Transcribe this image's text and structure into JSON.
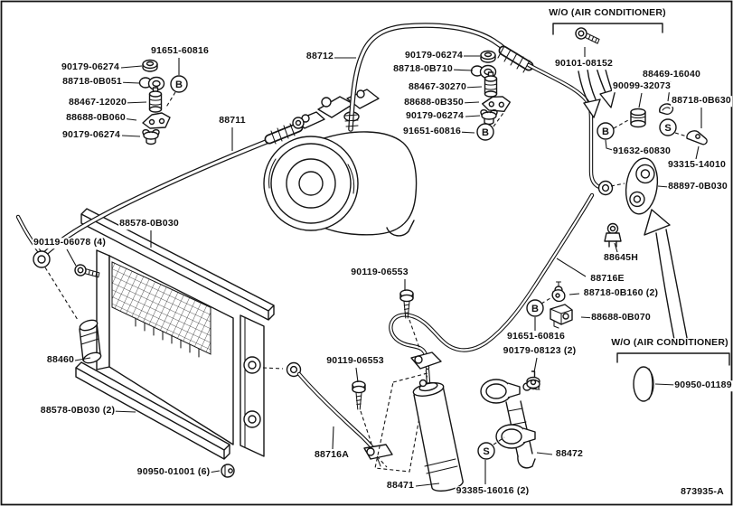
{
  "diagram": {
    "description": "AC piping parts diagram",
    "figure_code": "873935-A",
    "symbols": {
      "b": "B",
      "s": "S"
    },
    "labels": [
      {
        "id": "91651-60816-topleft",
        "text": "91651-60816"
      },
      {
        "id": "90179-06274-tl1",
        "text": "90179-06274"
      },
      {
        "id": "88718-0B051",
        "text": "88718-0B051"
      },
      {
        "id": "88467-12020",
        "text": "88467-12020"
      },
      {
        "id": "88688-0B060",
        "text": "88688-0B060"
      },
      {
        "id": "90179-06274-tl2",
        "text": "90179-06274"
      },
      {
        "id": "88711",
        "text": "88711"
      },
      {
        "id": "88712",
        "text": "88712"
      },
      {
        "id": "90179-06274-mid1",
        "text": "90179-06274"
      },
      {
        "id": "88718-0B710",
        "text": "88718-0B710"
      },
      {
        "id": "88467-30270",
        "text": "88467-30270"
      },
      {
        "id": "88688-0B350",
        "text": "88688-0B350"
      },
      {
        "id": "90179-06274-mid2",
        "text": "90179-06274"
      },
      {
        "id": "91651-60816-mid",
        "text": "91651-60816"
      },
      {
        "id": "wo-air-conditioner-top",
        "text": "W/O (AIR CONDITIONER)"
      },
      {
        "id": "90101-08152",
        "text": "90101-08152"
      },
      {
        "id": "88469-16040",
        "text": "88469-16040"
      },
      {
        "id": "90099-32073",
        "text": "90099-32073"
      },
      {
        "id": "88718-0B630",
        "text": "88718-0B630"
      },
      {
        "id": "91632-60830",
        "text": "91632-60830"
      },
      {
        "id": "93315-14010",
        "text": "93315-14010"
      },
      {
        "id": "88897-0B030",
        "text": "88897-0B030"
      },
      {
        "id": "88645H",
        "text": "88645H"
      },
      {
        "id": "88716E",
        "text": "88716E"
      },
      {
        "id": "88718-0B160",
        "text": "88718-0B160 (2)"
      },
      {
        "id": "88688-0B070",
        "text": "88688-0B070"
      },
      {
        "id": "91651-60816-midright",
        "text": "91651-60816"
      },
      {
        "id": "90179-08123",
        "text": "90179-08123 (2)"
      },
      {
        "id": "wo-air-conditioner-bottom",
        "text": "W/O (AIR CONDITIONER)"
      },
      {
        "id": "90950-01189",
        "text": "90950-01189"
      },
      {
        "id": "88472",
        "text": "88472"
      },
      {
        "id": "93385-16016",
        "text": "93385-16016 (2)"
      },
      {
        "id": "figure-code",
        "text": "873935-A"
      },
      {
        "id": "90119-06553-a",
        "text": "90119-06553"
      },
      {
        "id": "90119-06553-b",
        "text": "90119-06553"
      },
      {
        "id": "88716A",
        "text": "88716A"
      },
      {
        "id": "88471",
        "text": "88471"
      },
      {
        "id": "88578-0B030",
        "text": "88578-0B030"
      },
      {
        "id": "90119-06078",
        "text": "90119-06078 (4)"
      },
      {
        "id": "88460",
        "text": "88460"
      },
      {
        "id": "88578-0B030-2",
        "text": "88578-0B030 (2)"
      },
      {
        "id": "90950-01001",
        "text": "90950-01001 (6)"
      }
    ]
  }
}
